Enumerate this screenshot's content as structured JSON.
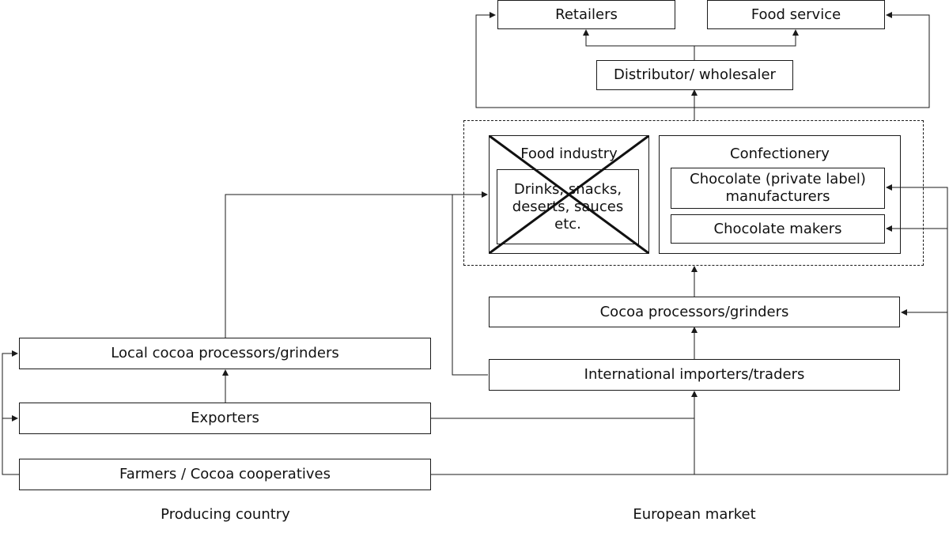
{
  "nodes": {
    "retailers": "Retailers",
    "food_service": "Food service",
    "distributor": "Distributor/ wholesaler",
    "food_industry": "Food industry",
    "food_industry_inner": "Drinks, snacks, deserts, sauces etc.",
    "confectionery": "Confectionery",
    "private_label": "Chocolate (private label) manufacturers",
    "chocolate_makers": "Chocolate makers",
    "cocoa_processors": "Cocoa processors/grinders",
    "international_importers": "International importers/traders",
    "local_processors": "Local cocoa processors/grinders",
    "exporters": "Exporters",
    "farmers": "Farmers / Cocoa cooperatives"
  },
  "regions": {
    "producing": "Producing country",
    "european": "European market"
  },
  "colors": {
    "line": "#1a1a1a",
    "box_border": "#1a1a1a",
    "background": "#ffffff",
    "cross": "#111111"
  }
}
